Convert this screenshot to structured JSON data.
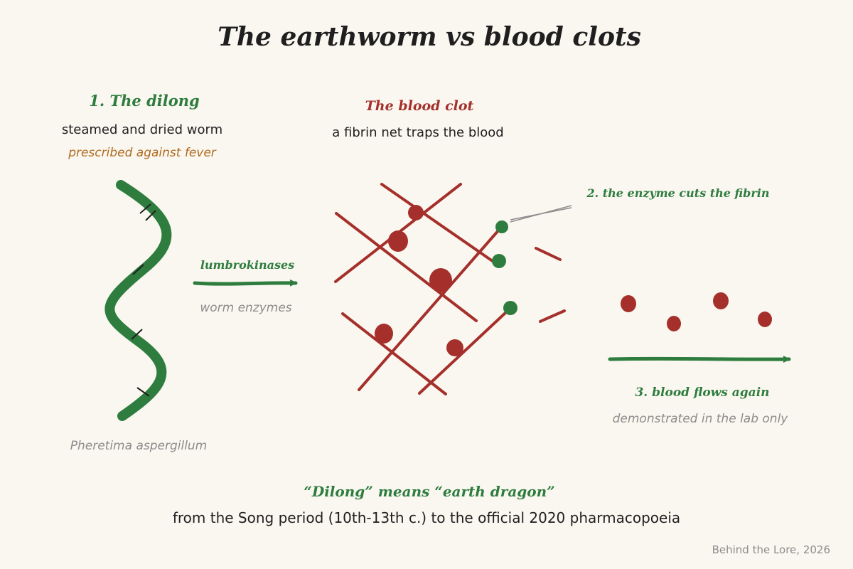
{
  "title": "The earthworm vs blood clots",
  "worm": {
    "heading": "1. The dilong",
    "description": "steamed and dried worm",
    "note": "prescribed against fever",
    "species": "Pheretima aspergillum"
  },
  "enzymes": {
    "label": "lumbrokinases",
    "caption": "worm enzymes"
  },
  "clot": {
    "heading": "The blood clot",
    "description": "a fibrin net traps the blood"
  },
  "enzyme_action": {
    "label": "2. the enzyme cuts the fibrin"
  },
  "flow": {
    "heading": "3. blood flows again",
    "caption": "demonstrated in the lab only"
  },
  "footer": {
    "quote": "“Dilong” means “earth dragon”",
    "history": "from the Song period (10th-13th c.) to the official 2020 pharmacopoeia",
    "credit": "Behind the Lore, 2026"
  },
  "colors": {
    "background": "#faf7f0",
    "green": "#2e7d3e",
    "red": "#a5302b",
    "amber": "#b06a1f",
    "grey": "#8c8c8c",
    "ink": "#1f1f1f"
  }
}
